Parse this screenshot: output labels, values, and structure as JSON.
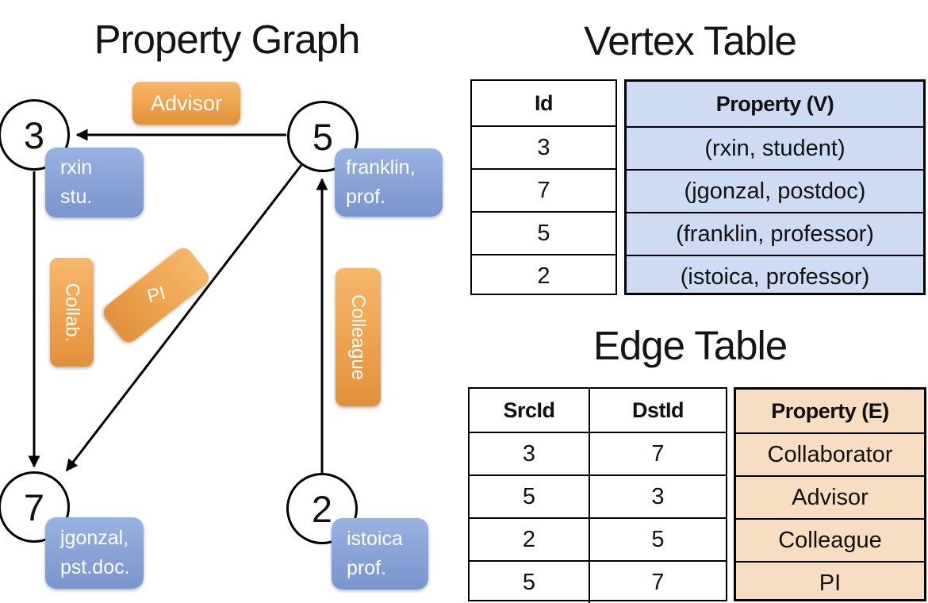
{
  "graph": {
    "title": "Property Graph",
    "nodes": [
      {
        "id": "3"
      },
      {
        "id": "5"
      },
      {
        "id": "7"
      },
      {
        "id": "2"
      }
    ],
    "vertex_labels": [
      {
        "line1": "rxin",
        "line2": "stu."
      },
      {
        "line1": "franklin,",
        "line2": "prof."
      },
      {
        "line1": "jgonzal,",
        "line2": "pst.doc."
      },
      {
        "line1": "istoica",
        "line2": "prof."
      }
    ],
    "edge_labels": {
      "advisor": "Advisor",
      "collab": "Collab.",
      "pi": "PI",
      "colleague": "Colleague"
    }
  },
  "vertex_table": {
    "title": "Vertex Table",
    "headers": {
      "id": "Id",
      "property": "Property (V)"
    },
    "rows": [
      {
        "id": "3",
        "property": "(rxin, student)"
      },
      {
        "id": "7",
        "property": "(jgonzal, postdoc)"
      },
      {
        "id": "5",
        "property": "(franklin, professor)"
      },
      {
        "id": "2",
        "property": "(istoica, professor)"
      }
    ]
  },
  "edge_table": {
    "title": "Edge Table",
    "headers": {
      "src": "SrcId",
      "dst": "DstId",
      "property": "Property (E)"
    },
    "rows": [
      {
        "src": "3",
        "dst": "7",
        "property": "Collaborator"
      },
      {
        "src": "5",
        "dst": "3",
        "property": "Advisor"
      },
      {
        "src": "2",
        "dst": "5",
        "property": "Colleague"
      },
      {
        "src": "5",
        "dst": "7",
        "property": "PI"
      }
    ]
  },
  "colors": {
    "edge_label_fill_top": "#f5b86b",
    "edge_label_fill_bottom": "#e2903a",
    "vertex_label_fill_top": "#98b2e1",
    "vertex_label_fill_bottom": "#7a94ce",
    "vertex_table_fill": "#cedcf3",
    "edge_table_fill": "#f7ddc1",
    "line_color": "#000000"
  }
}
